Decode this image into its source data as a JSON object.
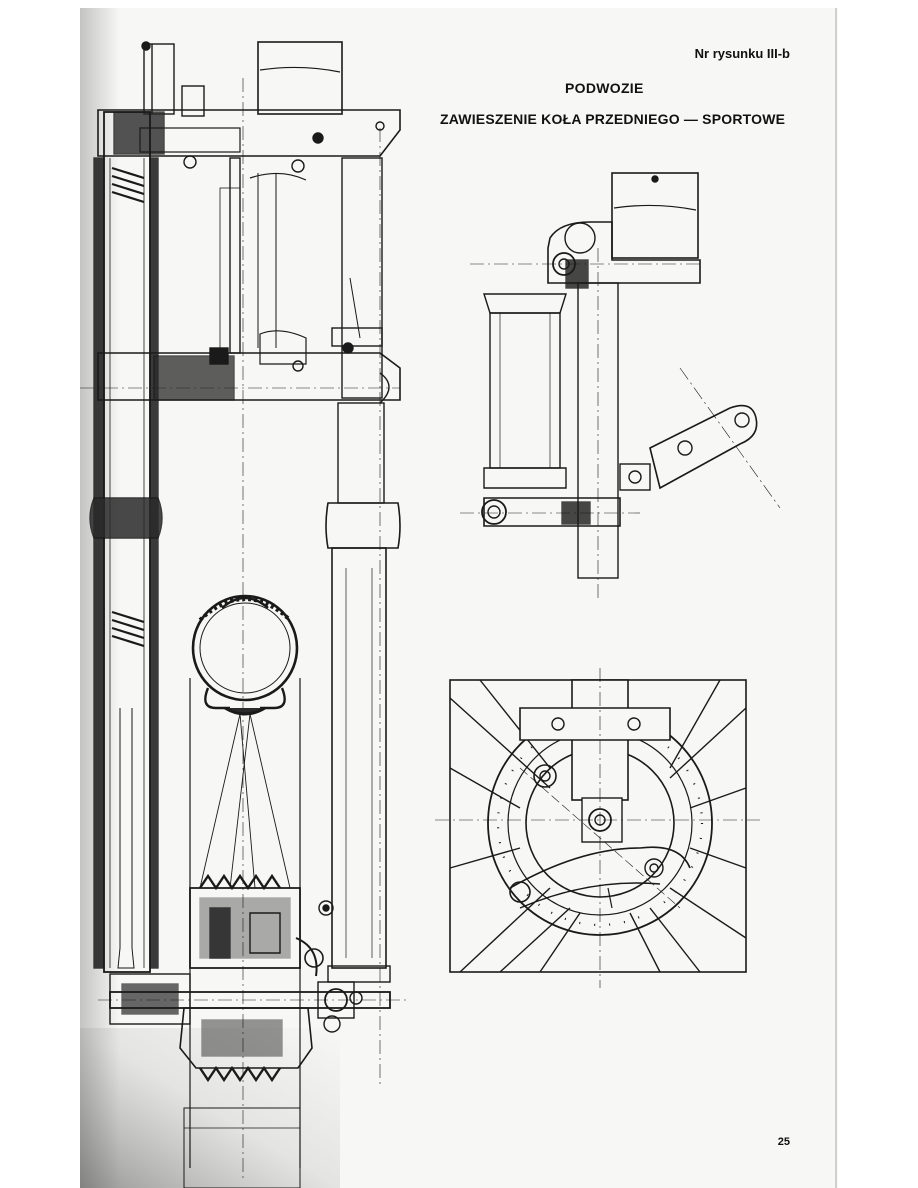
{
  "header": {
    "figure_number": "Nr rysunku III-b",
    "section_title": "PODWOZIE",
    "subtitle": "ZAWIESZENIE KOŁA PRZEDNIEGO — SPORTOWE"
  },
  "footer": {
    "page_number": "25"
  },
  "colors": {
    "ink": "#1a1a1a",
    "paper": "#f7f7f5",
    "shadow": "#444444"
  }
}
